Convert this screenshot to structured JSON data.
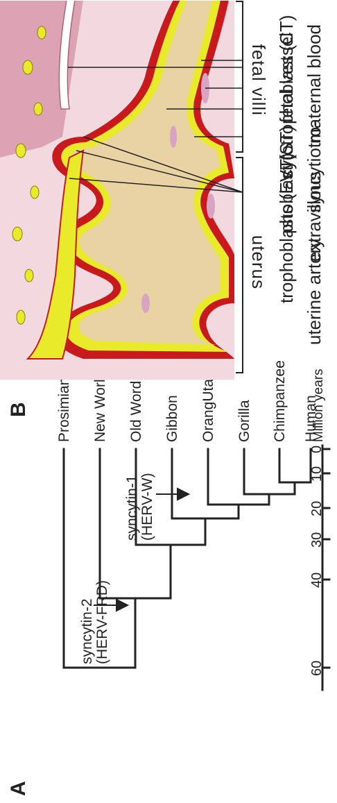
{
  "panel_a": {
    "letter": "A",
    "taxa": [
      "Human",
      "Chimpanzee",
      "Gorilla",
      "OrangUtang",
      "Gibbon",
      "Old Word Monkeys",
      "New World Monkeys",
      "Prosimian"
    ],
    "events": [
      {
        "line1": "syncytin-1",
        "line2": "(HERV-W)"
      },
      {
        "line1": "syncytin-2",
        "line2": "(HERV-FRD)"
      }
    ],
    "axis": {
      "title": "Million years",
      "ticks": [
        "0",
        "10",
        "20",
        "30",
        "40",
        "60"
      ]
    }
  },
  "panel_b": {
    "letter": "B",
    "regions": {
      "villi": "fetal villi",
      "uterus": "uterus"
    },
    "labels": [
      "fetal vessel",
      "maternal blood",
      "cytotrophoblast (CT)",
      "syncytiotro-",
      "phoblast (ST)",
      "extravillous",
      "trophoblasts (EVT)",
      "uterine artery"
    ]
  },
  "colors": {
    "syncytiotrophoblast": "#c8191c",
    "cytotrophoblast": "#e8ea2a",
    "villus_stroma": "#e9d3a3",
    "maternal_blood": "#f2d9e0",
    "uterus": "#dca3b4",
    "fetal_vessel": "#d9a3c4"
  }
}
